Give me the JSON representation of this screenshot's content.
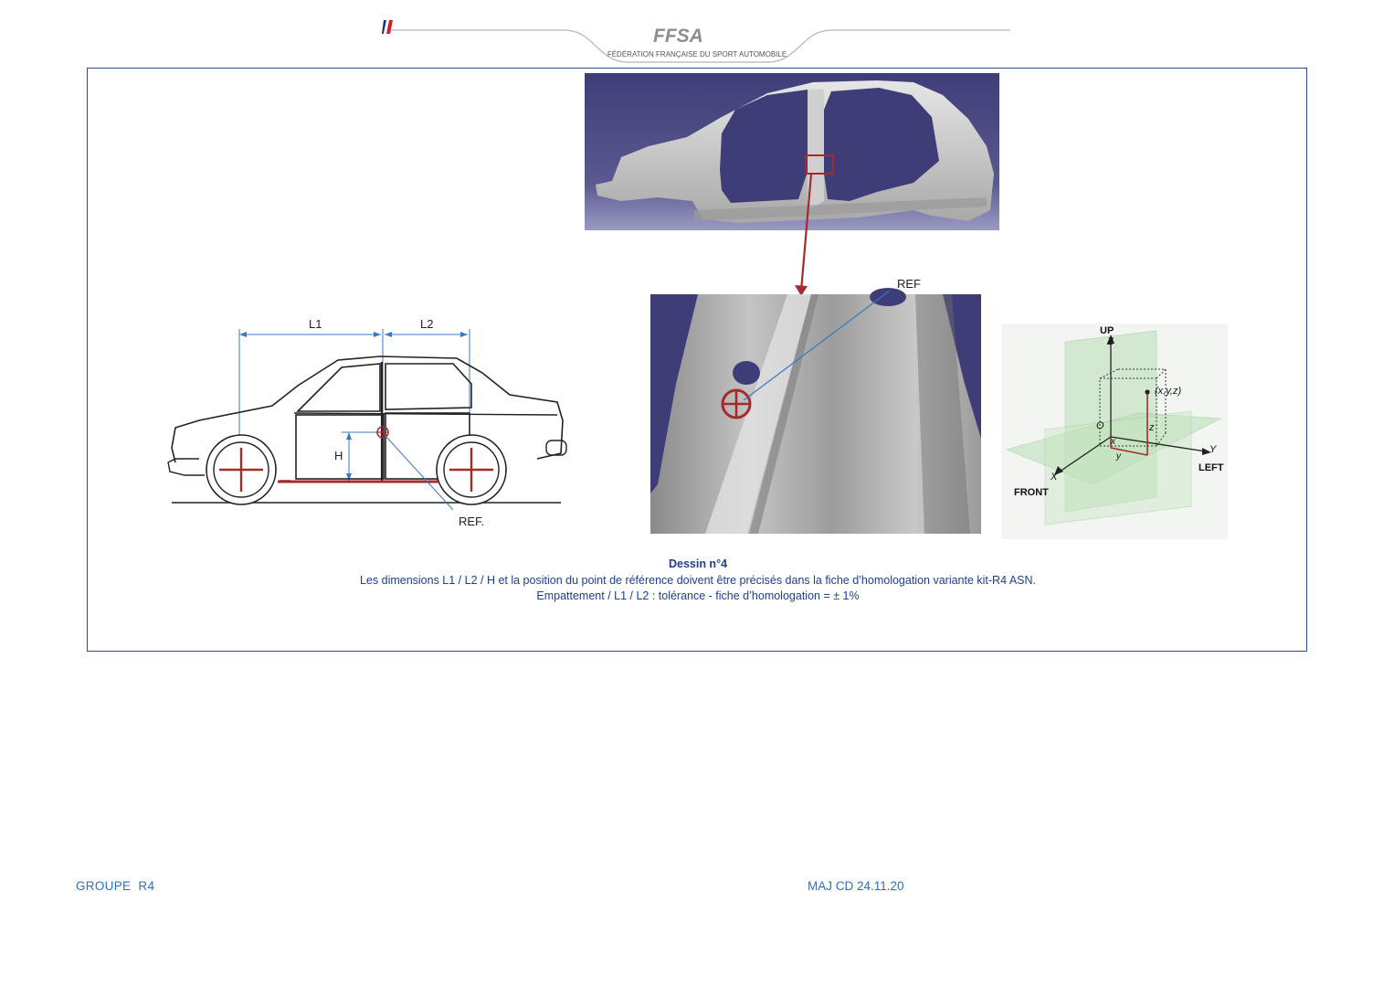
{
  "header": {
    "logo_text": "FFSA",
    "logo_subtitle": "FÉDÉRATION FRANÇAISE DU SPORT AUTOMOBILE",
    "flag_colors": [
      "#1c2f8a",
      "#ffffff",
      "#d0202a"
    ]
  },
  "drawing_side": {
    "label_l1": "L1",
    "label_l2": "L2",
    "label_h": "H",
    "label_ref": "REF."
  },
  "detail_photo": {
    "label_ref": "REF"
  },
  "axes_diagram": {
    "label_up": "UP",
    "label_z_axis": "Z",
    "label_y_axis": "Y",
    "label_x_axis": "X",
    "label_left": "LEFT",
    "label_front": "FRONT",
    "label_point": "(x,y,z)",
    "label_origin": "O",
    "label_x": "x",
    "label_y": "y",
    "label_z": "z"
  },
  "caption": {
    "title": "Dessin n°4",
    "line1": "Les dimensions L1 / L2 / H et la position du point de référence doivent être précisés dans la fiche d’homologation variante kit-R4 ASN.",
    "line2": "Empattement / L1 / L2 : tolérance - fiche d’homologation = ± 1%"
  },
  "footer": {
    "left": "GROUPE  R4",
    "right": "MAJ CD 24.11.20"
  },
  "colors": {
    "accent_red": "#a52a2a",
    "dimension_blue": "#3a78c2",
    "caption_blue": "#1f3f86",
    "footer_blue": "#2f6fbf",
    "frame_blue": "#2e4f86"
  }
}
